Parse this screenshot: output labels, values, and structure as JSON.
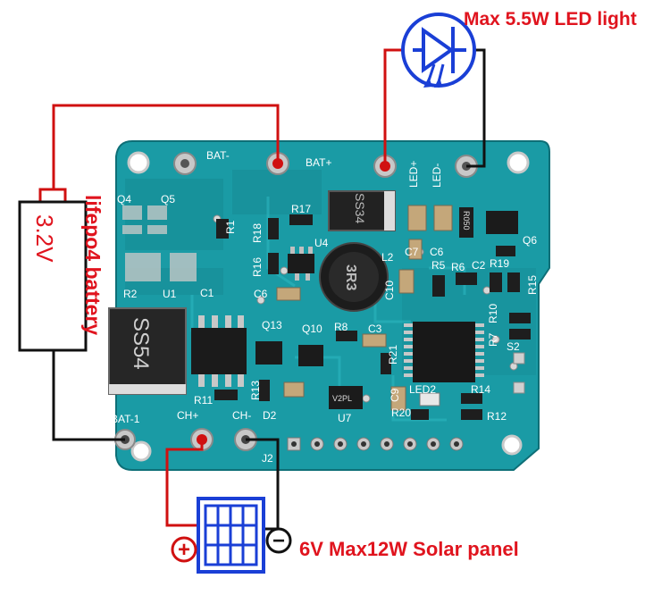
{
  "labels": {
    "led_title": "Max 5.5W LED light",
    "solar_title": "6V Max12W Solar panel",
    "battery_type": "lifepo4 battery",
    "battery_voltage": "3.2V"
  },
  "pins": {
    "bat_minus": "BAT-",
    "bat_plus": "BAT+",
    "led_plus": "LED+",
    "led_minus": "LED-",
    "bat_1": "BAT-1",
    "ch_plus": "CH+",
    "ch_minus": "CH-",
    "d2": "D2",
    "j2": "J2"
  },
  "components": {
    "q4": "Q4",
    "q5": "Q5",
    "r1": "R1",
    "r18": "R18",
    "r17": "R17",
    "u4": "U4",
    "r16": "R16",
    "c6": "C6",
    "l2": "L2",
    "c7": "C7",
    "c6b": "C6",
    "r5": "R5",
    "r6": "R6",
    "c2": "C2",
    "r19": "R19",
    "q6": "Q6",
    "r15": "R15",
    "c10": "C10",
    "r7": "R7",
    "r10": "R10",
    "s2": "S2",
    "r2": "R2",
    "u1": "U1",
    "c1": "C1",
    "q13": "Q13",
    "q10": "Q10",
    "r8": "R8",
    "c3": "C3",
    "r21": "R21",
    "r11": "R11",
    "r13": "R13",
    "c9": "C9",
    "led2": "LED2",
    "r14": "R14",
    "r20": "R20",
    "u7": "U7",
    "r12": "R12"
  },
  "markings": {
    "ss34": "SS34",
    "inductor": "3R3",
    "r050": "R050",
    "ss54": "SS54",
    "v2pl": "V2PL"
  },
  "symbols": {
    "plus": "+",
    "minus": "−"
  },
  "colors": {
    "pcb": "#1b9aa3",
    "pcb_dark": "#127a82",
    "wire_red": "#d01010",
    "wire_black": "#111111",
    "label_red": "#e0141e",
    "led_blue": "#1a3fd6"
  }
}
